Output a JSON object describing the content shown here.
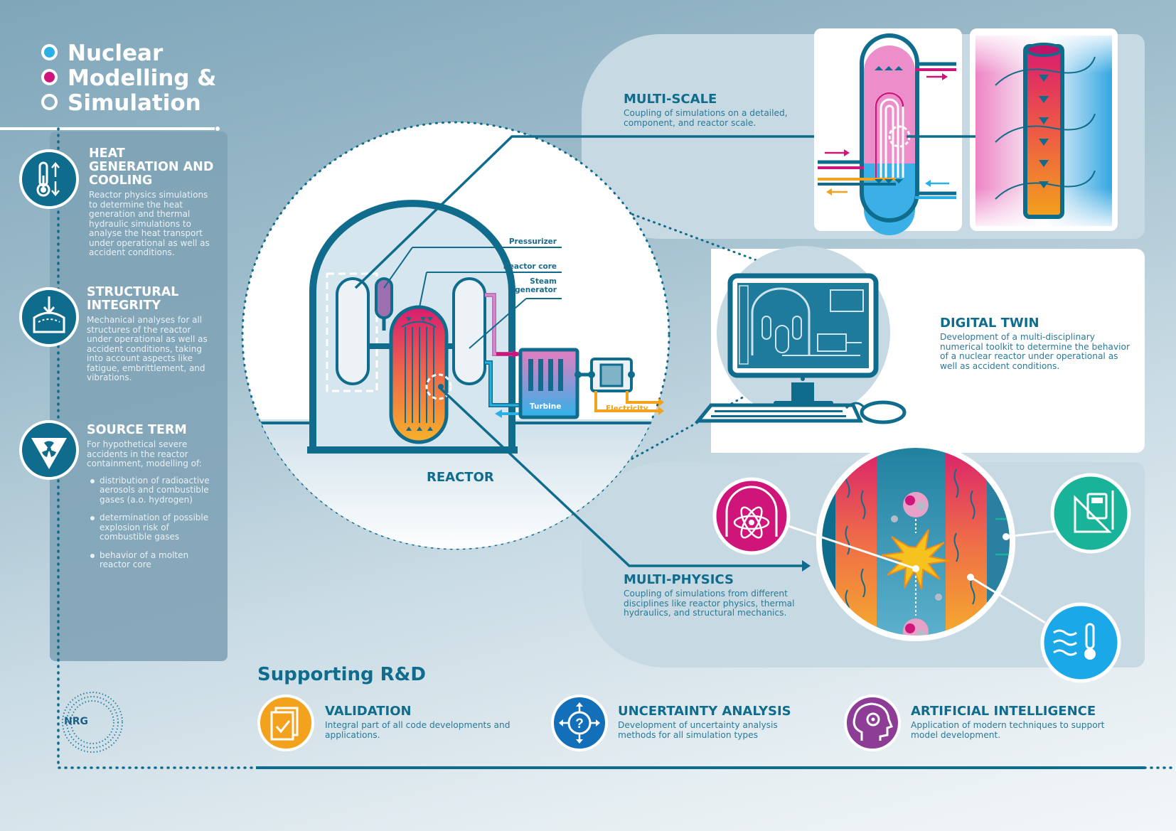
{
  "title": {
    "line1": "Nuclear",
    "line2": "Modelling &",
    "line3": "Simulation"
  },
  "colors": {
    "primary": "#0f6c8c",
    "pink": "#d0157a",
    "cyan": "#2ab0e4",
    "orange": "#f3a21d",
    "blue": "#1370b8",
    "purple": "#8e3d97",
    "teal": "#19b39a"
  },
  "sidebar": {
    "heat": {
      "heading": [
        "HEAT",
        "GENERATION AND",
        "COOLING"
      ],
      "text": [
        "Reactor physics simulations",
        "to determine the heat",
        "generation and thermal",
        "hydraulic simulations to",
        "analyse the heat transport",
        "under operational as well as",
        "accident conditions."
      ],
      "icon": "thermometer-icon"
    },
    "structural": {
      "heading": [
        "STRUCTURAL",
        "INTEGRITY"
      ],
      "text": [
        "Mechanical analyses for all",
        "structures of the reactor",
        "under operational as well as",
        "accident conditions, taking",
        "into account aspects like",
        "fatigue, embrittlement, and",
        "vibrations."
      ],
      "icon": "pressure-vessel-icon"
    },
    "source": {
      "heading": [
        "SOURCE TERM"
      ],
      "text": [
        "For hypothetical severe",
        "accidents in the reactor",
        "containment, modelling of:"
      ],
      "bullets": [
        [
          "distribution of radioactive",
          "aerosols and combustible",
          "gases (a.o. hydrogen)"
        ],
        [
          "determination of possible",
          "explosion risk of",
          "combustible gases"
        ],
        [
          "behavior of a molten",
          "reactor core"
        ]
      ],
      "icon": "radiation-icon"
    }
  },
  "reactor": {
    "title": "REACTOR",
    "labels": {
      "pressurizer": "Pressurizer",
      "core": "Reactor core",
      "steam1": "Steam",
      "steam2": "generator",
      "turbine": "Turbine",
      "electricity": "Electricity"
    }
  },
  "multiscale": {
    "title": "MULTI-SCALE",
    "text": [
      "Coupling of simulations on a detailed,",
      "component, and reactor scale."
    ]
  },
  "digitaltwin": {
    "title": "DIGITAL TWIN",
    "text": [
      "Development of a multi-disciplinary",
      "numerical toolkit to determine the behavior",
      "of a nuclear reactor under operational as",
      "well as accident conditions."
    ]
  },
  "multiphysics": {
    "title": "MULTI-PHYSICS",
    "text": [
      "Coupling of simulations from different",
      "disciplines like reactor physics, thermal",
      "hydraulics, and structural mechanics."
    ]
  },
  "supporting": {
    "title": "Supporting R&D",
    "items": [
      {
        "title": "VALIDATION",
        "text": [
          "Integral part of all code developments and",
          "applications."
        ],
        "icon": "checklist-icon"
      },
      {
        "title": "UNCERTAINTY ANALYSIS",
        "text": [
          "Development of uncertainty analysis",
          "methods for all simulation types"
        ],
        "icon": "question-arrows-icon"
      },
      {
        "title": "ARTIFICIAL INTELLIGENCE",
        "text": [
          "Application of modern techniques to support",
          "model development."
        ],
        "icon": "brain-gear-icon"
      }
    ]
  },
  "logo": {
    "text": "NRG"
  }
}
